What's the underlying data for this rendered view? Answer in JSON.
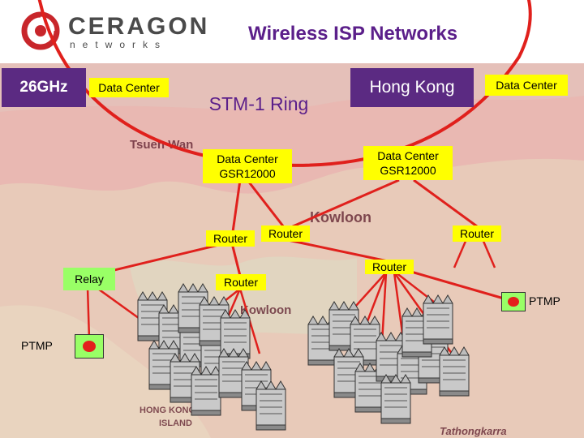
{
  "header": {
    "logo_word": "CERAGON",
    "logo_sub": "networks",
    "title": "Wireless ISP Networks"
  },
  "labels": {
    "freq": "26GHz",
    "data_center_left": "Data Center",
    "stm_ring": "STM-1 Ring",
    "hong_kong": "Hong Kong",
    "data_center_right": "Data Center",
    "dc_gsr_left": [
      "Data Center",
      "GSR12000"
    ],
    "dc_gsr_right": [
      "Data Center",
      "GSR12000"
    ],
    "router_1": "Router",
    "router_2": "Router",
    "router_3": "Router",
    "router_4": "Router",
    "router_5": "Router",
    "relay": "Relay",
    "ptmp_right": "PTMP",
    "ptmp_left": "PTMP"
  },
  "map_labels": {
    "tsuen_wan": "Tsuen Wan",
    "kowloon_1": "Kowloon",
    "kowloon_2": "Kowloon",
    "hk_island_1": "HONG KONG",
    "hk_island_2": "ISLAND",
    "tathongkarra": "Tathongkarra"
  },
  "colors": {
    "ring": "#e0201c",
    "links": "#e0201c",
    "label_yellow": "#ffff00",
    "label_green": "#99ff66",
    "label_purple": "#5b2a82",
    "title": "#5b1f8a",
    "map": "#e9b8b2"
  }
}
